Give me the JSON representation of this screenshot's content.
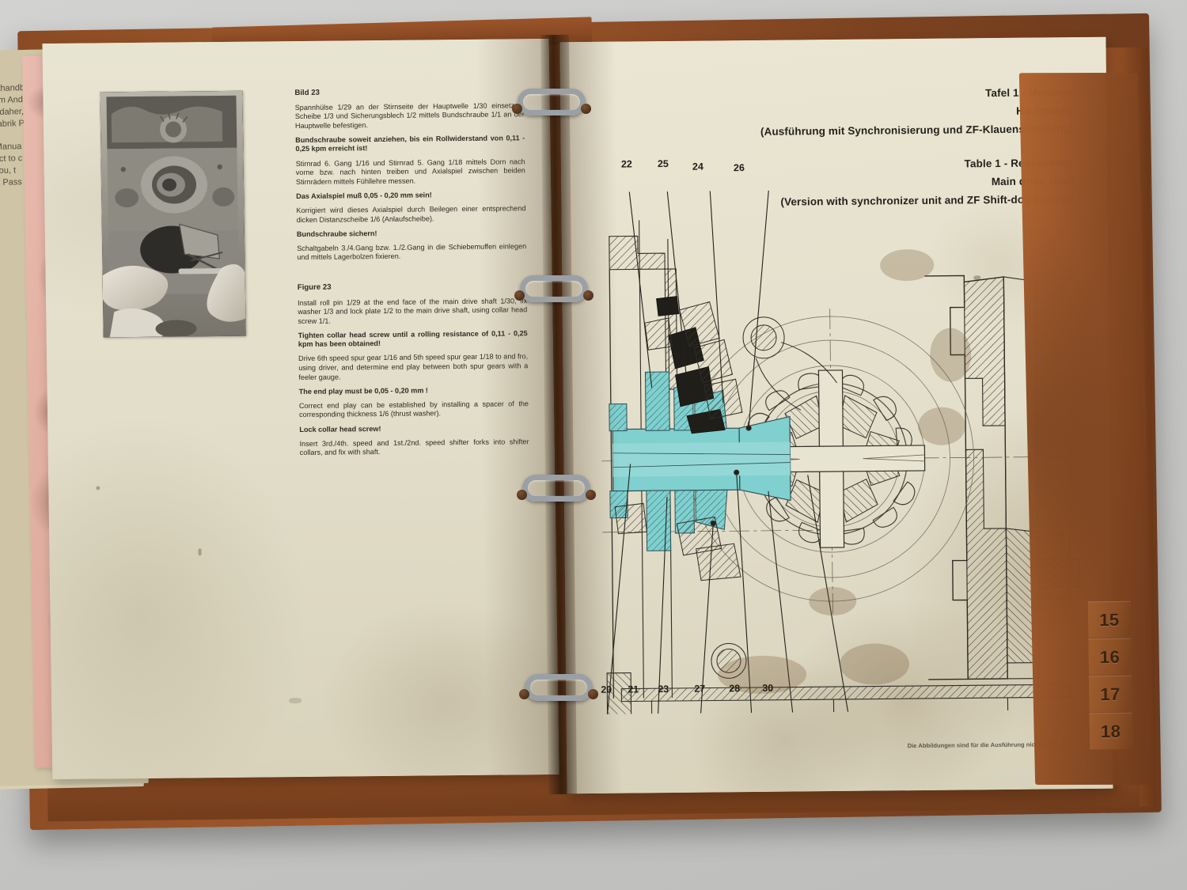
{
  "document": {
    "type": "workshop-manual-binder",
    "colors": {
      "binder_brown": "#8a4b24",
      "page_cream": "#e6e2cf",
      "divider_pink": "#e2b0a2",
      "highlight_cyan": "#7fd0cf",
      "ink": "#24221c",
      "table_grey": "#c9c9c7"
    }
  },
  "left_page": {
    "photo": {
      "caption_id": "Bild 23",
      "alt": "Black and white workshop photo of gearbox housing with two hands using a measuring tool"
    },
    "german": {
      "heading": "Bild 23",
      "paragraphs": [
        {
          "bold": false,
          "text": "Spannhülse 1/29 an der Stirnseite der Hauptwelle 1/30 einsetzen, Scheibe 1/3 und Sicherungsblech 1/2 mittels Bundschraube 1/1 an der Hauptwelle befestigen."
        },
        {
          "bold": true,
          "text": "Bundschraube soweit anziehen, bis ein Rollwiderstand von 0,11 - 0,25 kpm erreicht ist!"
        },
        {
          "bold": false,
          "text": "Stirnrad 6. Gang 1/16 und Stirnrad 5. Gang 1/18 mittels Dorn nach vorne bzw. nach hinten treiben und Axialspiel zwischen beiden Stirnrädern mittels Fühllehre messen."
        },
        {
          "bold": true,
          "text": "Das Axialspiel muß 0,05 - 0,20 mm sein!"
        },
        {
          "bold": false,
          "text": "Korrigiert wird dieses Axialspiel durch Beilegen einer entsprechend dicken Distanzscheibe 1/6 (Anlaufscheibe)."
        },
        {
          "bold": true,
          "text": "Bundschraube sichern!"
        },
        {
          "bold": false,
          "text": "Schaltgabeln 3./4.Gang bzw. 1./2.Gang in die Schiebemuffen einlegen und mittels Lagerbolzen fixieren."
        }
      ]
    },
    "english": {
      "heading": "Figure 23",
      "paragraphs": [
        {
          "bold": false,
          "text": "Install roll pin 1/29 at the end face of the main drive shaft 1/30, fix washer 1/3 and lock plate 1/2 to the main drive shaft, using collar head screw 1/1."
        },
        {
          "bold": true,
          "text": "Tighten collar head screw until a rolling resistance of 0,11 - 0,25 kpm has been obtained!"
        },
        {
          "bold": false,
          "text": "Drive 6th speed spur gear 1/16 and 5th speed spur gear 1/18 to and fro, using driver, and determine end play between both spur gears with a feeler gauge."
        },
        {
          "bold": true,
          "text": "The end play must be 0,05 - 0,20 mm !"
        },
        {
          "bold": false,
          "text": "Correct end play can be established by installing a spacer of the corresponding thickness 1/6 (thrust washer)."
        },
        {
          "bold": true,
          "text": "Lock collar head screw!"
        },
        {
          "bold": false,
          "text": "Insert 3rd./4th. speed and 1st./2nd. speed shifter forks into shifter collars, and fix with shaft."
        }
      ]
    }
  },
  "right_page": {
    "header": {
      "german": [
        "Tafel 1 - Montage",
        "Hauptwelle",
        "(Ausführung mit Synchronisierung und ZF-Klauenschaltung)"
      ],
      "english": [
        "Table 1 - Reassembly",
        "Main drive shaft",
        "(Version with synchronizer unit and ZF Shift-dog control)"
      ]
    },
    "footer": "Die Abbildungen sind für die Ausführung nicht verbindlich!",
    "drawing": {
      "title": "Main drive shaft cross-section",
      "callouts_top": [
        "22",
        "25",
        "24",
        "26"
      ],
      "callouts_bottom": [
        "20",
        "21",
        "23",
        "27",
        "28",
        "30"
      ]
    }
  },
  "loose_sheets": {
    "edge_lines": [
      "rkstatthandbu",
      "f einem Ande",
      "n Sie daher,",
      "nradfabrik P",
      "",
      "hop Manua",
      "subject to c",
      "ask you, t",
      "fabrik Pass"
    ]
  },
  "index_tabs": [
    "15",
    "16",
    "17",
    "18"
  ]
}
